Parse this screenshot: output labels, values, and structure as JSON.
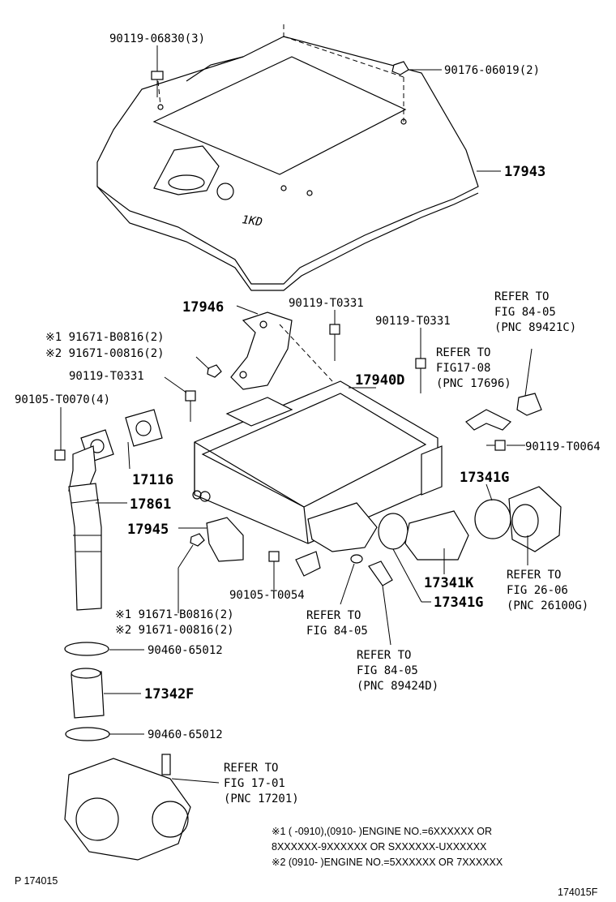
{
  "labels": {
    "p_90119_06830": "90119-06830(3)",
    "p_90176_06019": "90176-06019(2)",
    "p_17943": "17943",
    "p_17946": "17946",
    "p_90119_t0331_a": "90119-T0331",
    "p_90119_t0331_b": "90119-T0331",
    "p_90119_t0331_c": "90119-T0331",
    "refer_89421c_1": "REFER TO",
    "refer_89421c_2": "FIG 84-05",
    "refer_89421c_3": "(PNC 89421C)",
    "p_91671_b0816_a": "※1 91671-B0816(2)",
    "p_91671_00816_a": "※2 91671-00816(2)",
    "refer_17696_1": "REFER TO",
    "refer_17696_2": "FIG17-08",
    "refer_17696_3": "(PNC 17696)",
    "p_17940d": "17940D",
    "p_90105_t0070": "90105-T0070(4)",
    "p_90119_t0064": "90119-T0064",
    "p_17116": "17116",
    "p_17341g_a": "17341G",
    "p_17861": "17861",
    "p_17945": "17945",
    "p_17341k": "17341K",
    "refer_26100g_1": "REFER TO",
    "refer_26100g_2": "FIG 26-06",
    "refer_26100g_3": "(PNC 26100G)",
    "p_90105_t0054": "90105-T0054",
    "p_17341g_b": "17341G",
    "refer_8405_1": "REFER TO",
    "refer_8405_2": "FIG 84-05",
    "p_91671_b0816_b": "※1 91671-B0816(2)",
    "p_91671_00816_b": "※2 91671-00816(2)",
    "p_90460_65012_a": "90460-65012",
    "refer_89424d_1": "REFER TO",
    "refer_89424d_2": "FIG 84-05",
    "refer_89424d_3": "(PNC 89424D)",
    "p_17342f": "17342F",
    "p_90460_65012_b": "90460-65012",
    "refer_17201_1": "REFER TO",
    "refer_17201_2": "FIG 17-01",
    "refer_17201_3": "(PNC 17201)"
  },
  "notes": {
    "note1_a": "※1 (      -0910),(0910-       )ENGINE NO.=6XXXXXX OR",
    "note1_b": "8XXXXXX-9XXXXXX OR SXXXXXX-UXXXXXX",
    "note2": "※2 (0910-       )ENGINE NO.=5XXXXXX OR 7XXXXXX"
  },
  "cover_emblem": "1KD",
  "footer": {
    "left": "P 174015",
    "right": "174015F"
  }
}
